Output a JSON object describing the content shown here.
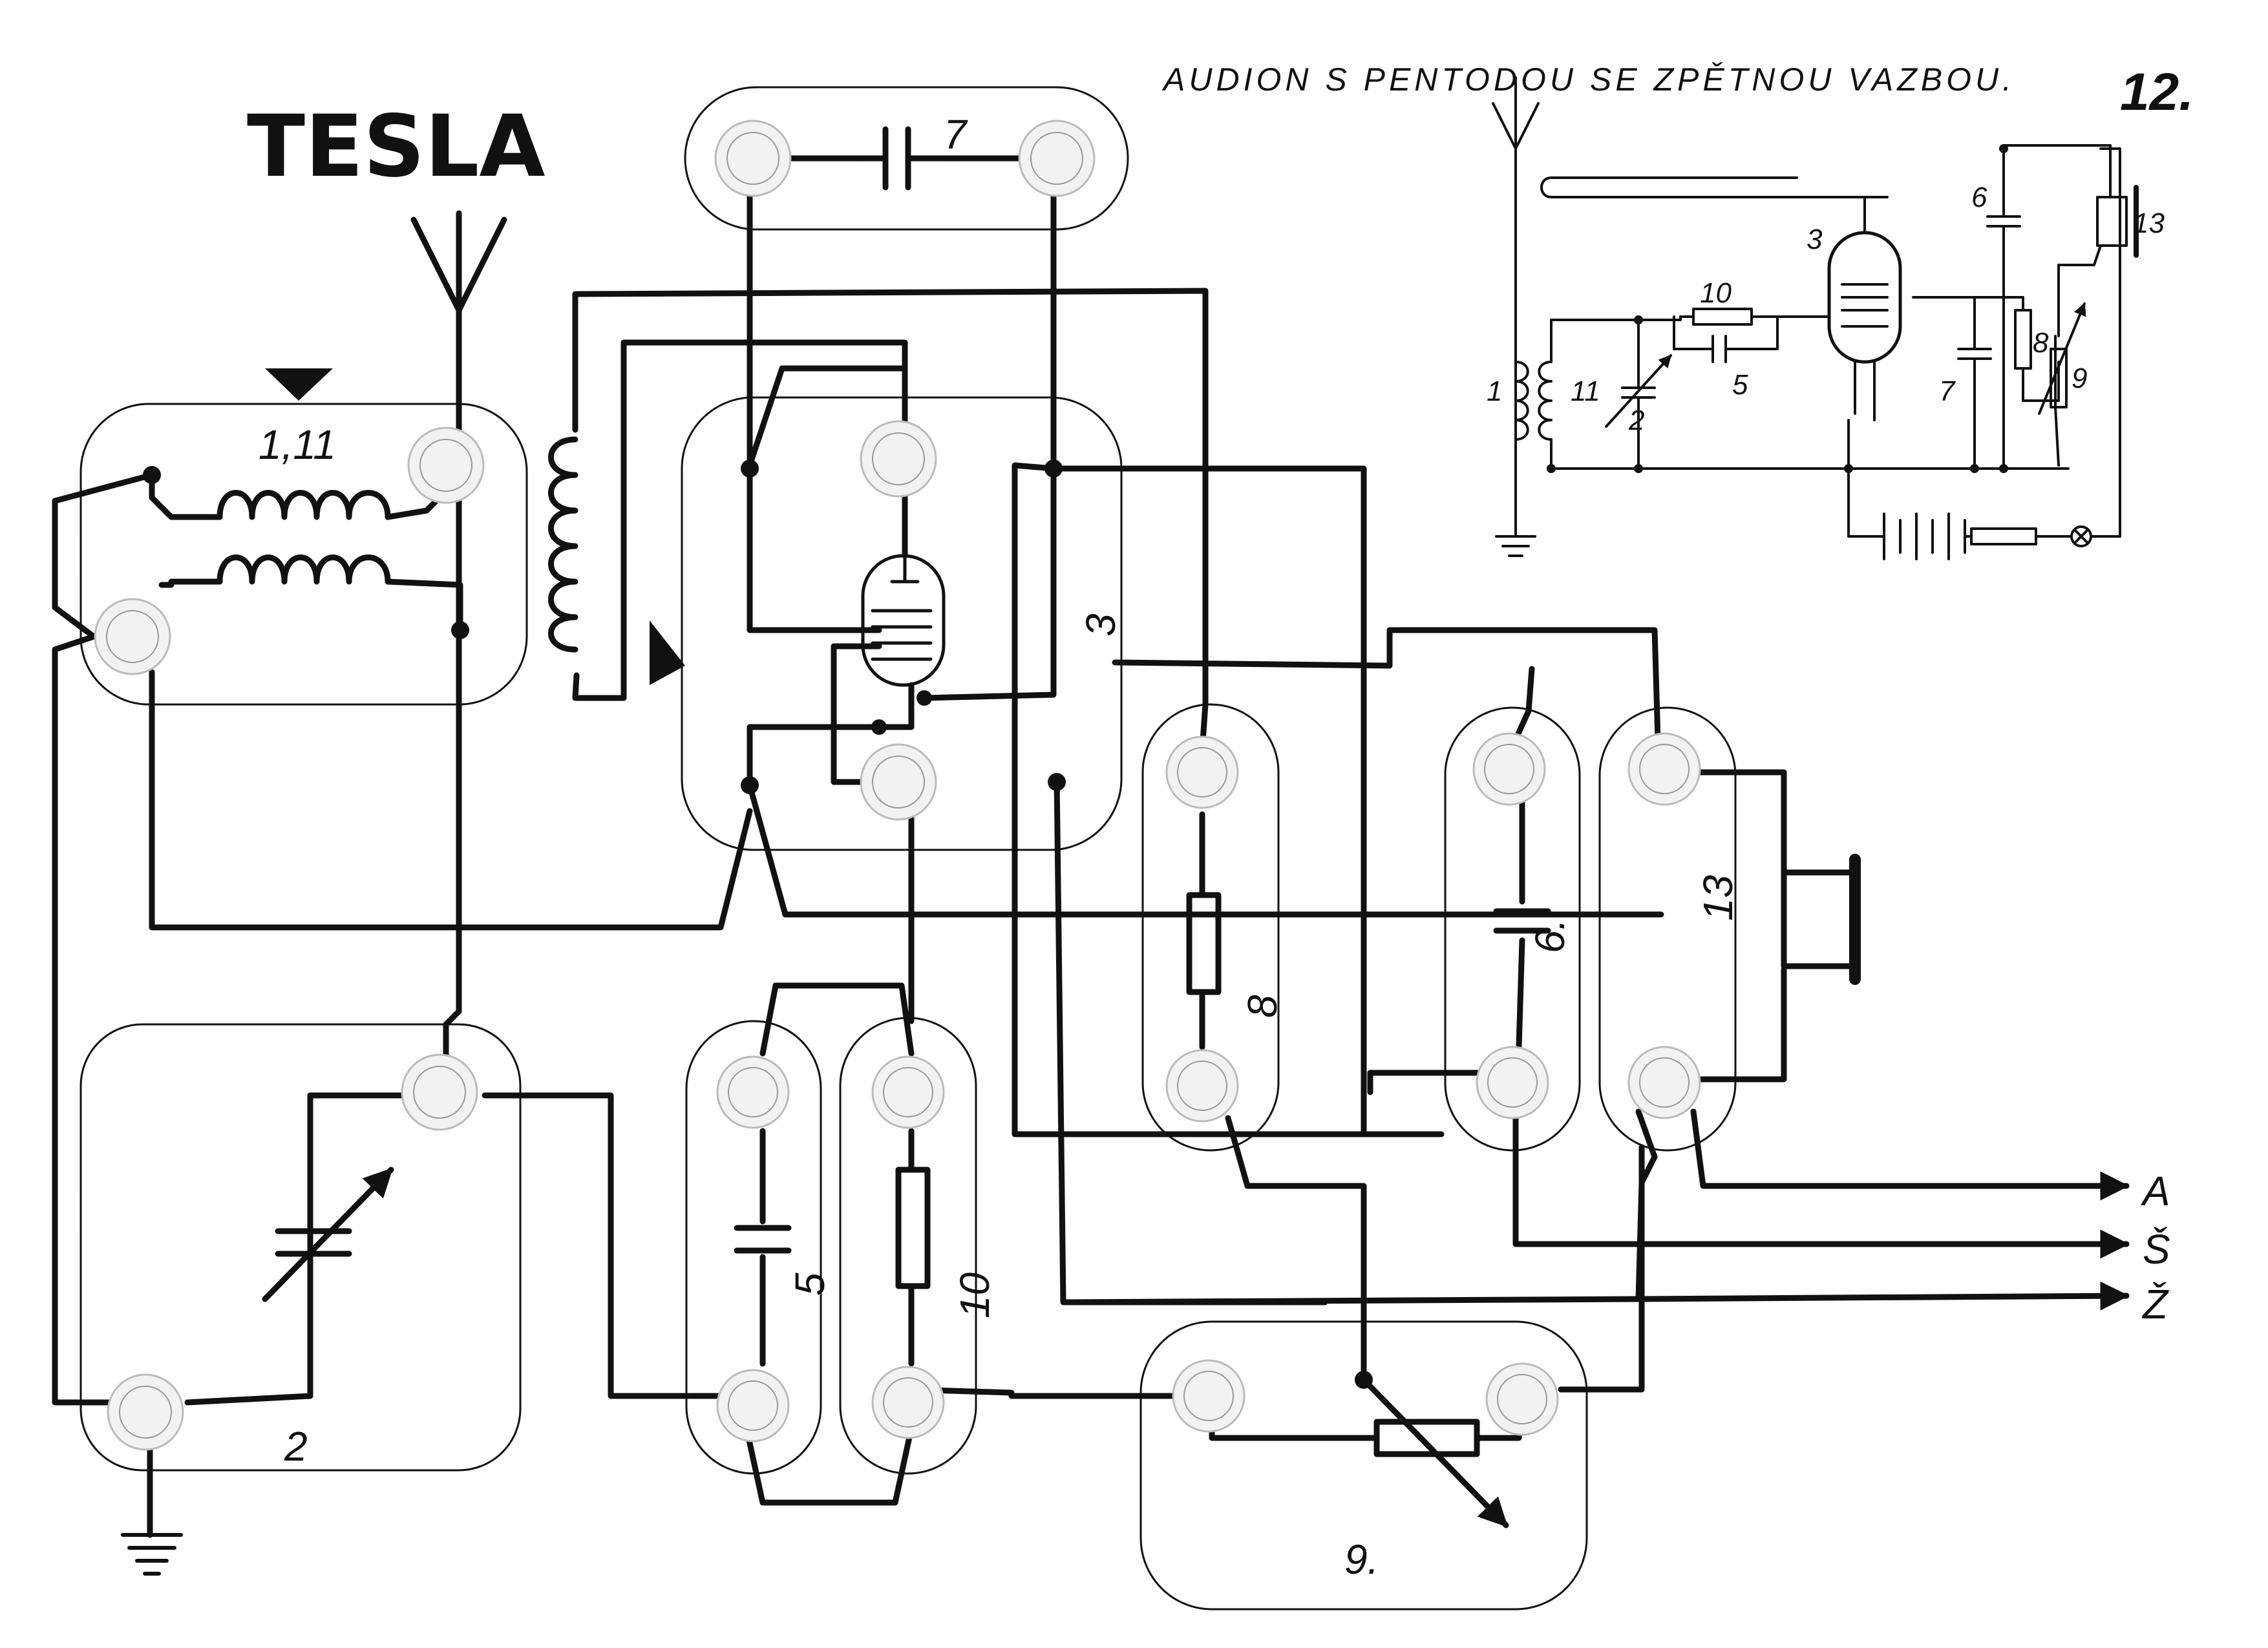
{
  "brand": "TESLA",
  "title": "AUDION S PENTODOU SE ZPĚTNOU VAZBOU.",
  "sheet_number": "12.",
  "components": {
    "coil": "1,11",
    "capacitor_var": "2",
    "tube": "3",
    "cap5": "5",
    "cap6": "6.",
    "cap7": "7",
    "res8": "8",
    "pot9": "9.",
    "res10": "10",
    "phones13": "13"
  },
  "outputs": [
    "A",
    "Š",
    "Ž"
  ],
  "schematic_labels": {
    "l1": "1",
    "l11": "11",
    "l2": "2",
    "l3": "3",
    "l5": "5",
    "l6": "6",
    "l7": "7",
    "l8": "8",
    "l9": "9",
    "l10": "10",
    "l13": "13"
  }
}
